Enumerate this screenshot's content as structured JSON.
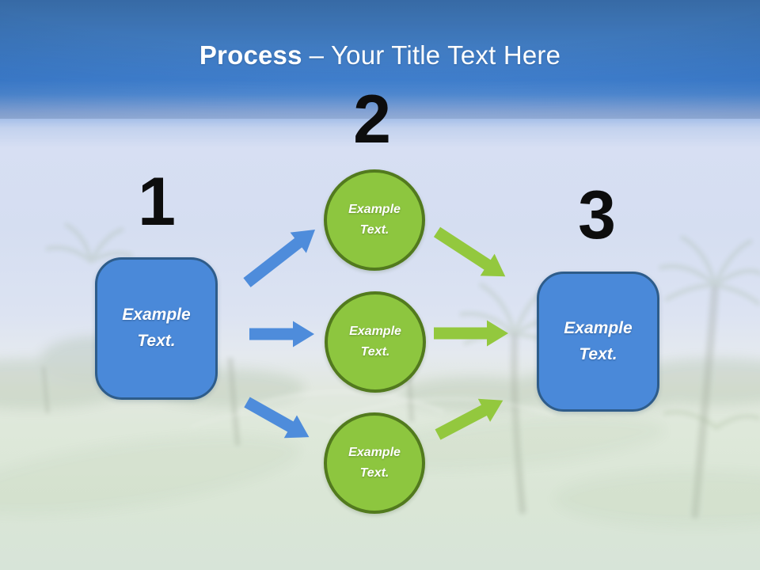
{
  "title": {
    "bold": "Process",
    "rest": "– Your Title Text Here"
  },
  "steps": {
    "one": {
      "number": "1",
      "label": "Example Text."
    },
    "two": {
      "number": "2",
      "circle_labels": [
        "Example Text.",
        "Example Text.",
        "Example Text."
      ]
    },
    "three": {
      "number": "3",
      "label": "Example Text."
    }
  },
  "colors": {
    "header_blue": "#2E72C4",
    "box_fill": "#4A89D9",
    "box_border": "#2E5C8A",
    "circle_fill": "#8DC63F",
    "circle_border": "#527A1E",
    "arrow_blue": "#4E8CDB",
    "arrow_green": "#93C83E",
    "number_color": "#0D0D0D",
    "title_color": "#FFFFFF"
  },
  "background": {
    "description": "washed-out photo of palm trees on a golf course, blue sky above, pale green grass below"
  }
}
